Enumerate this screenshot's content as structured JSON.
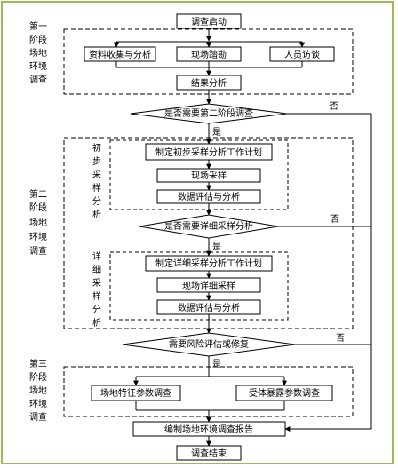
{
  "stages": {
    "stage1": [
      "第一",
      "阶段",
      "场地",
      "环境",
      "调查"
    ],
    "stage2": [
      "第二",
      "阶段",
      "场地",
      "环境",
      "调查"
    ],
    "stage3": [
      "第三",
      "阶段",
      "场地",
      "环境",
      "调查"
    ]
  },
  "sub": {
    "prelim": [
      "初",
      "步",
      "采",
      "样",
      "分",
      "析"
    ],
    "detail": [
      "详",
      "细",
      "采",
      "样",
      "分",
      "析"
    ]
  },
  "nodes": {
    "start": "调查启动",
    "collect": "资料收集与分析",
    "site_visit": "现场踏勘",
    "interview": "人员访谈",
    "result1": "结果分析",
    "decision1": "是否需要第二阶段调查",
    "prelim_plan": "制定初步采样分析工作计划",
    "field_sampling": "现场采样",
    "eval1": "数据评估与分析",
    "decision2": "是否需要详细采样分析",
    "detail_plan": "制定详细采样分析工作计划",
    "detail_sampling": "现场详细采样",
    "eval2": "数据评估与分析",
    "decision3": "需要风险评估或修复",
    "site_param": "场地特征参数调查",
    "receptor_param": "受体暴露参数调查",
    "report": "编制场地环境调查报告",
    "end": "调查结束"
  },
  "branch": {
    "yes": "是",
    "no": "否"
  }
}
